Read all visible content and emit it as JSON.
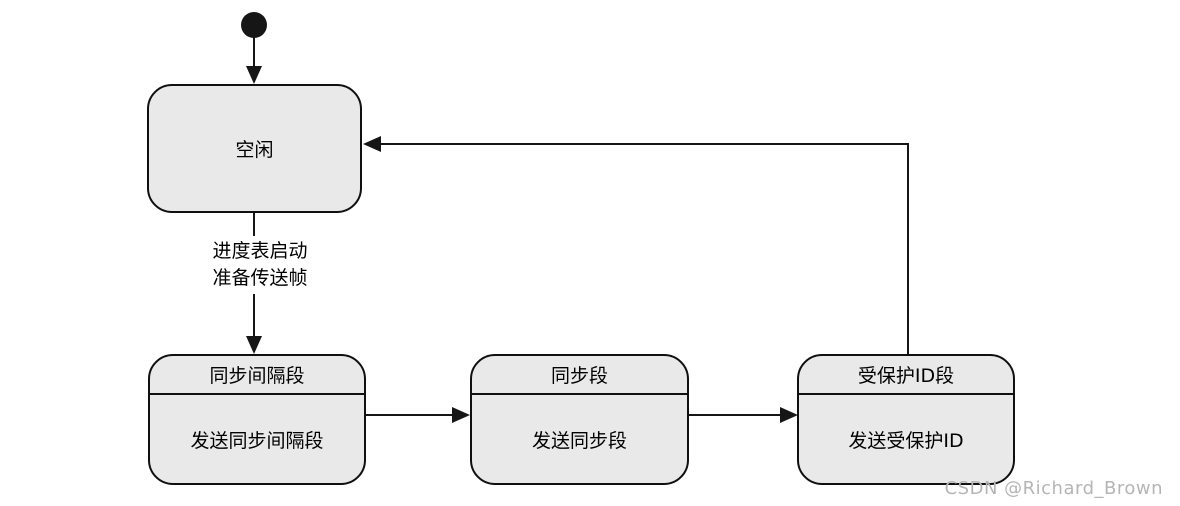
{
  "diagram": {
    "type": "uml-state-machine",
    "states": {
      "idle": {
        "label": "空闲"
      },
      "sync_interval": {
        "title": "同步间隔段",
        "body": "发送同步间隔段"
      },
      "sync": {
        "title": "同步段",
        "body": "发送同步段"
      },
      "protected_id": {
        "title": "受保护ID段",
        "body": "发送受保护ID"
      }
    },
    "transitions": {
      "initial_to_idle": {
        "label": ""
      },
      "idle_to_sync_interval": {
        "line1": "进度表启动",
        "line2": "准备传送帧"
      },
      "sync_interval_to_sync": {
        "label": ""
      },
      "sync_to_protected_id": {
        "label": ""
      },
      "protected_id_to_idle": {
        "label": ""
      }
    },
    "colors": {
      "state_fill": "#e9e9e9",
      "state_border": "#101010",
      "line": "#161616",
      "background": "#ffffff",
      "watermark_text": "#b5b5b5"
    }
  },
  "watermark": {
    "text": "CSDN @Richard_Brown"
  }
}
